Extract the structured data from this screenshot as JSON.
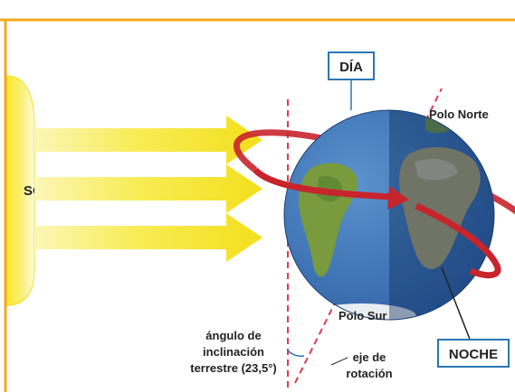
{
  "labels": {
    "sun": "SOL",
    "day": "DÍA",
    "night": "NOCHE",
    "north_pole": "Polo Norte",
    "south_pole": "Polo Sur",
    "tilt_angle_line1": "ángulo de",
    "tilt_angle_line2": "inclinación",
    "tilt_angle_line3": "terrestre (23,5°)",
    "axis_line1": "eje de",
    "axis_line2": "rotación"
  },
  "colors": {
    "frame": "#f2a81d",
    "sun_yellow": "#f7ea2c",
    "sun_pale": "#fffbe0",
    "ocean_day": "#3d72b3",
    "ocean_night": "#1f4f8f",
    "land": "#7a9a3e",
    "land_dry": "#c9b78a",
    "orbit_arrow": "#c8242c",
    "axis": "#e03a52",
    "label_box_border": "#2a76b5"
  },
  "icons": {
    "rotation_arrow": "red-curved-arrow",
    "sun_rays": "yellow-arrows"
  }
}
